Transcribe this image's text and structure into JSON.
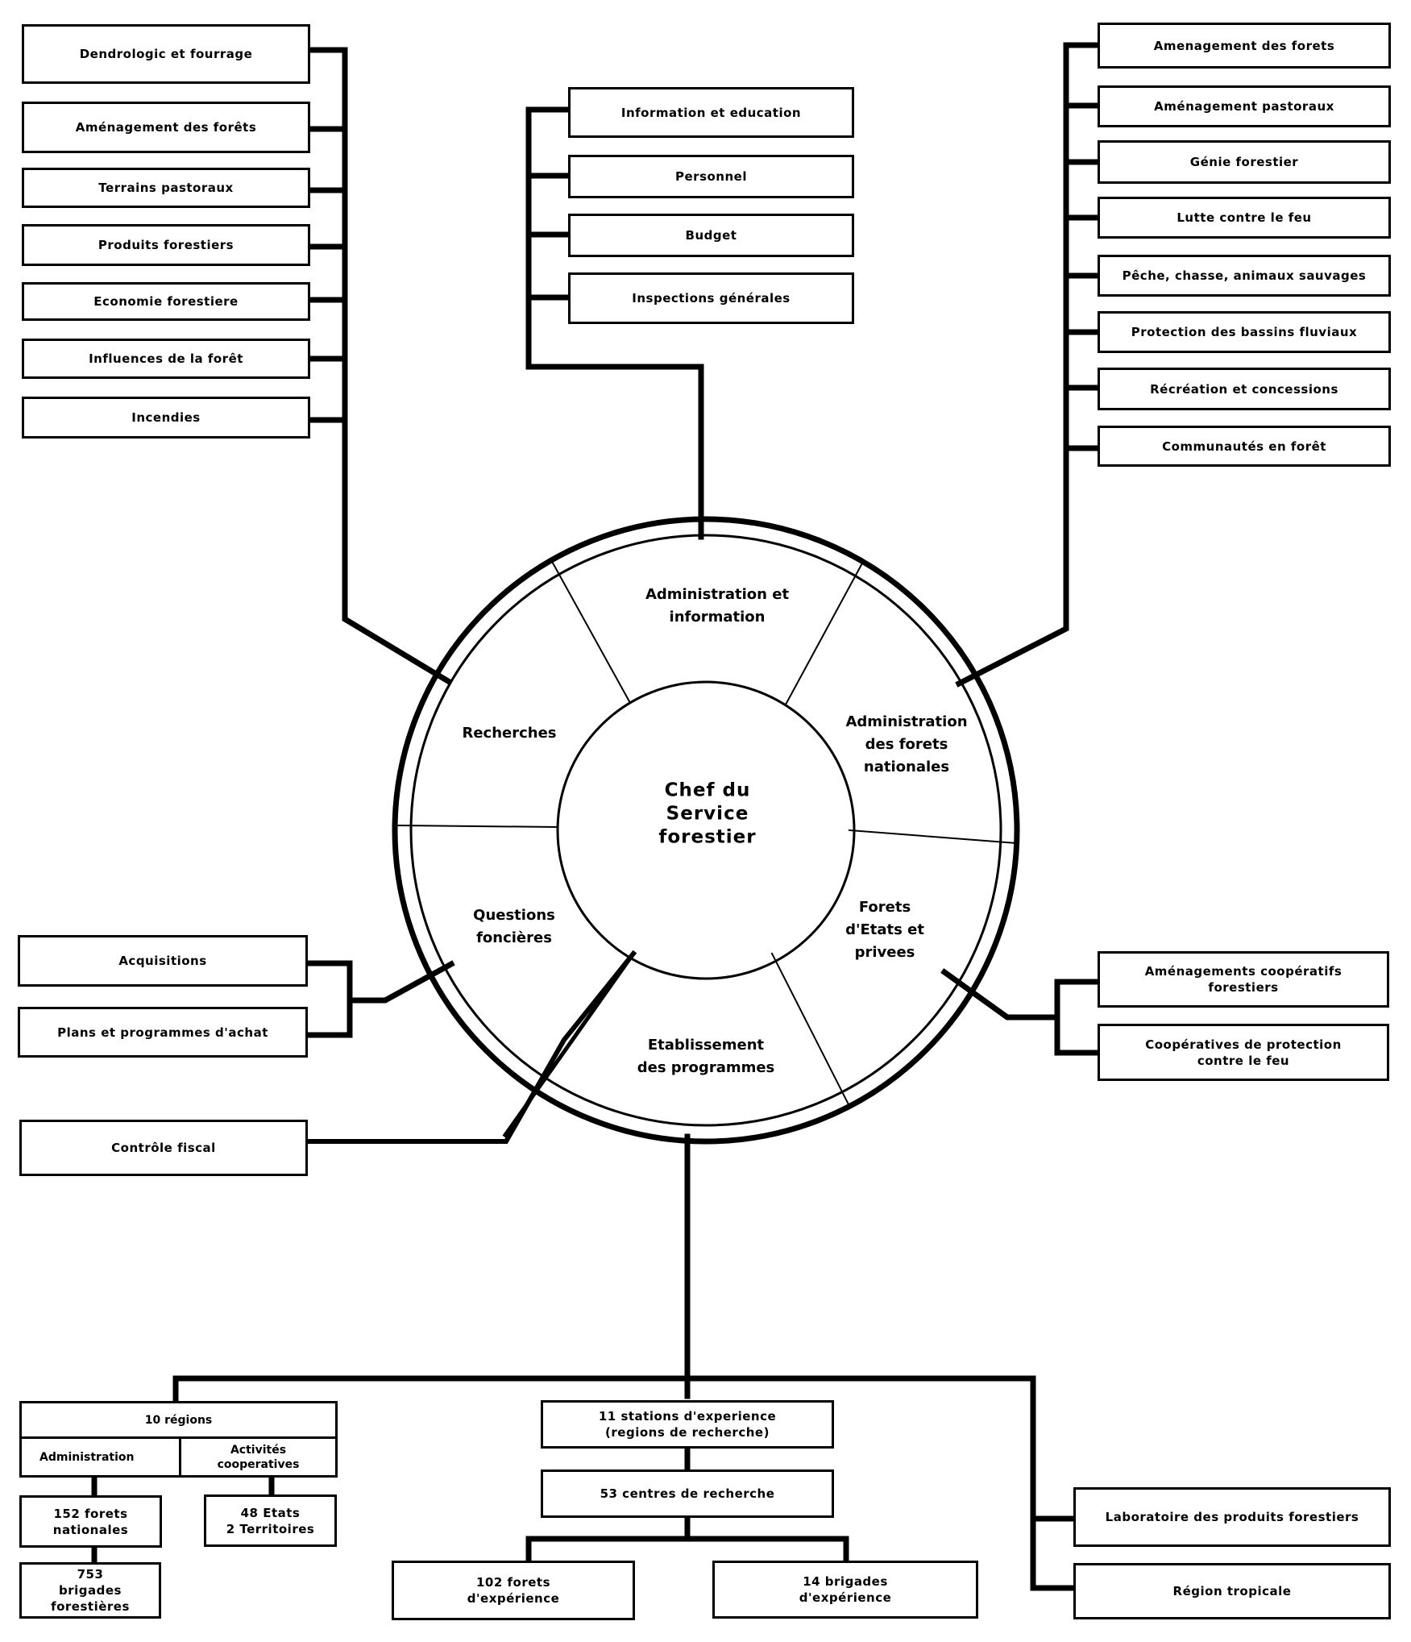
{
  "center": {
    "label": "Chef du\nService\nforestier"
  },
  "segments": [
    {
      "id": "admin-info",
      "label": "Administration et\ninformation"
    },
    {
      "id": "admin-forets-nationales",
      "label": "Administration\ndes forets\nnationales"
    },
    {
      "id": "forets-etats-privees",
      "label": "Forets\nd'Etats et\nprivees"
    },
    {
      "id": "etablissement-programmes",
      "label": "Etablissement\ndes programmes"
    },
    {
      "id": "questions-foncieres",
      "label": "Questions\nfoncières"
    },
    {
      "id": "recherches",
      "label": "Recherches"
    }
  ],
  "recherches_units": [
    "Dendrologic et fourrage",
    "Aménagement des forêts",
    "Terrains pastoraux",
    "Produits forestiers",
    "Economie forestiere",
    "Influences de la forêt",
    "Incendies"
  ],
  "admin_info_units": [
    "Information et education",
    "Personnel",
    "Budget",
    "Inspections générales"
  ],
  "forets_nationales_units": [
    "Amenagement des forets",
    "Aménagement pastoraux",
    "Génie forestier",
    "Lutte contre le feu",
    "Pêche, chasse, animaux sauvages",
    "Protection des bassins fluviaux",
    "Récréation et concessions",
    "Communautés en forêt"
  ],
  "questions_foncieres_units": [
    "Acquisitions",
    "Plans et programmes d'achat"
  ],
  "fiscal_unit": "Contrôle fiscal",
  "forets_etats_units": [
    "Aménagements coopératifs\nforestiers",
    "Coopératives de protection\ncontre le feu"
  ],
  "field": {
    "regions": {
      "title": "10 régions",
      "admin_label": "Administration",
      "coop_label": "Activités\ncooperatives",
      "forets_nationales": "152 forets\nnationales",
      "brigades": "753\nbrigades\nforestières",
      "etats": "48 Etats\n2 Territoires"
    },
    "research": {
      "stations": "11 stations d'experience\n(regions de recherche)",
      "centres": "53 centres de recherche",
      "forets_experience": "102 forets\nd'expérience",
      "brigades_experience": "14 brigades\nd'expérience"
    },
    "other": [
      "Laboratoire des produits forestiers",
      "Région tropicale"
    ]
  }
}
